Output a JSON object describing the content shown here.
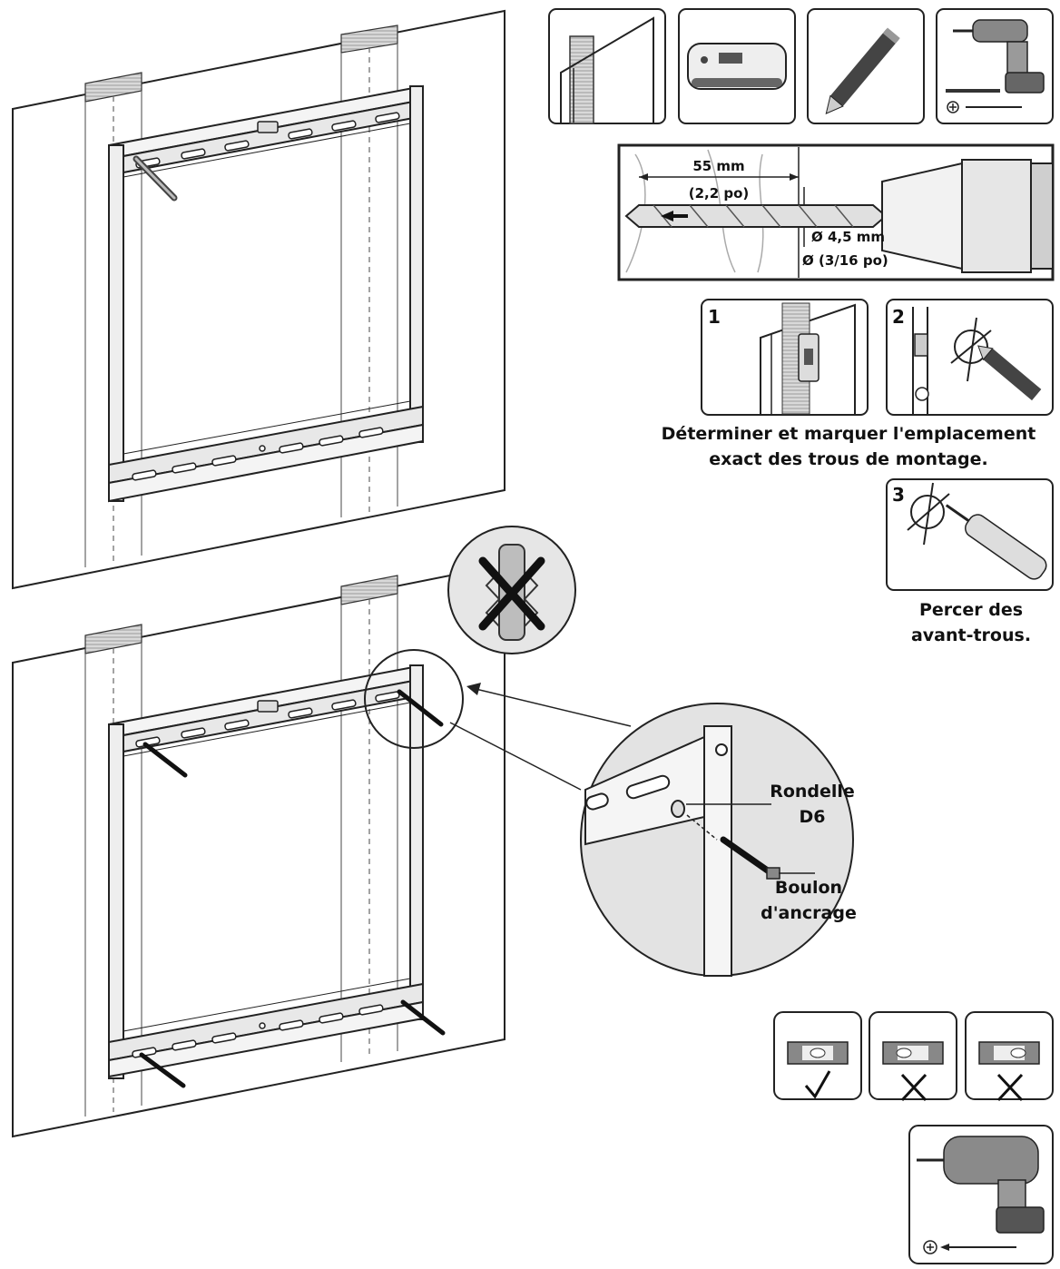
{
  "drill_detail": {
    "depth_mm": "55 mm",
    "depth_in": "(2,2 po)",
    "diameter_mm": "Ø 4,5 mm",
    "diameter_in": "Ø (3/16 po)"
  },
  "steps": {
    "step1_number": "1",
    "step2_number": "2",
    "step3_number": "3",
    "mark_caption_line1": "Déterminer et marquer l'emplacement",
    "mark_caption_line2": "exact des trous de montage.",
    "drill_caption_line1": "Percer des",
    "drill_caption_line2": "avant-trous."
  },
  "zoom_detail": {
    "washer_label_line1": "Rondelle",
    "washer_label_line2": "D6",
    "bolt_label_line1": "Boulon",
    "bolt_label_line2": "d'ancrage"
  },
  "tools": [
    "stud-icon",
    "stud-finder-icon",
    "pencil-icon",
    "drill-icon"
  ],
  "level_checks": [
    "check-icon",
    "cross-icon",
    "cross-icon"
  ]
}
